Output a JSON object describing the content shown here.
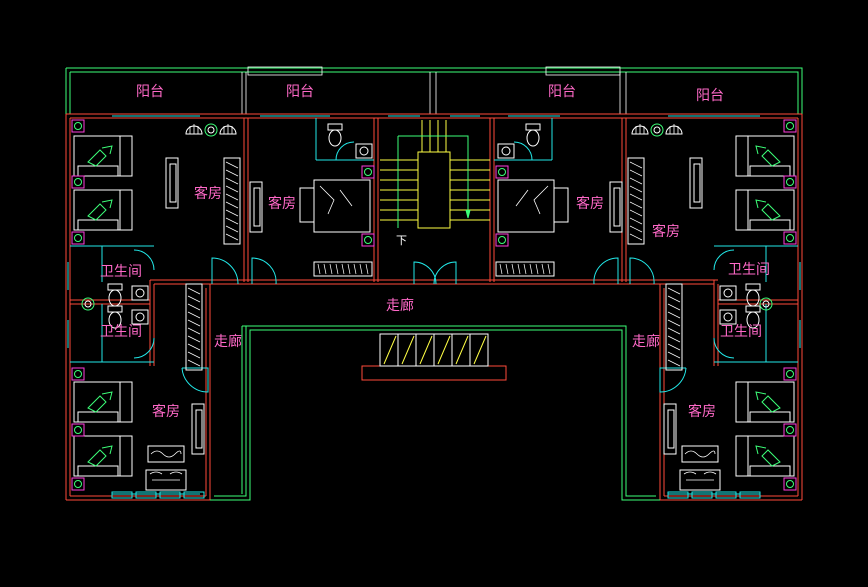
{
  "colors": {
    "background": "#000000",
    "wall": "#ff4a3a",
    "balcony": "#3cff78",
    "window": "#22e8e8",
    "furniture": "#ffffff",
    "stair": "#ffff44",
    "fixture_pink": "#ff3cdc",
    "label": "#ff69c8"
  },
  "labels": {
    "balcony": "阳台",
    "guest_room": "客房",
    "bathroom": "卫生间",
    "corridor": "走廊",
    "stair_down": "下"
  },
  "icons": [
    "bed-icon",
    "toilet-icon",
    "sink-icon",
    "wardrobe-icon",
    "tv-icon",
    "sofa-icon",
    "door-swing-icon",
    "stair-arrow-icon",
    "plant-icon"
  ]
}
